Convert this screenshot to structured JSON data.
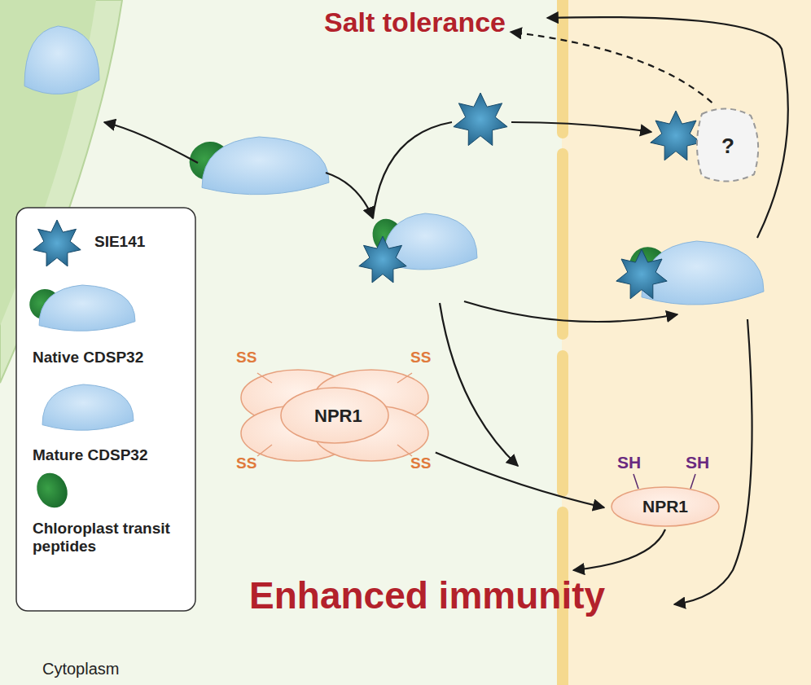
{
  "diagram": {
    "nodes": [
      {
        "text": [
          "Salt tolerance"
        ]
      },
      {
        "text": [
          "?"
        ]
      },
      {
        "text": [
          "NPR1",
          "SS",
          "SS",
          "SS",
          "SS"
        ]
      },
      {
        "text": [
          "SH",
          "SH",
          "NPR1"
        ]
      },
      {
        "text": [
          "Enhanced immunity"
        ]
      }
    ],
    "edges": [
      {
        "from": 1,
        "to": 0,
        "arrow": "to"
      },
      {
        "from": 2,
        "to": 3,
        "arrow": "to"
      },
      {
        "from": 3,
        "to": 4,
        "arrow": "to"
      }
    ],
    "labels": [
      "Cytoplasm"
    ],
    "legend": [
      {
        "text": "SIE141"
      },
      {
        "text": "Native CDSP32"
      },
      {
        "text": "Mature CDSP32"
      },
      {
        "text": "Chloroplast transit peptides"
      }
    ]
  }
}
